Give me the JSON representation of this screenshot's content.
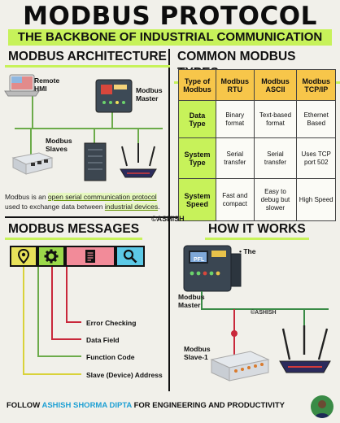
{
  "header": {
    "title": "MODBUS PROTOCOL",
    "subtitle": "THE BACKBONE OF INDUSTRIAL COMMUNICATION"
  },
  "architecture": {
    "heading": "MODBUS ARCHITECTURE",
    "labels": {
      "hmi": "Remote HMI",
      "master": "Modbus Master",
      "slaves": "Modbus Slaves"
    },
    "description": {
      "part1": "Modbus is an ",
      "highlight1": "open serial communication protocol",
      "part2": " used to exchange data between ",
      "highlight2": "industrial devices",
      "part3": "."
    }
  },
  "types": {
    "heading": "COMMON MODBUS TYPES",
    "columns": [
      "Type of Modbus",
      "Modbus RTU",
      "Modbus ASCII",
      "Modbus TCP/IP"
    ],
    "rows": [
      {
        "label": "Data Type",
        "values": [
          "Binary format",
          "Text-based format",
          "Ethernet Based"
        ]
      },
      {
        "label": "System Type",
        "values": [
          "Serial transfer",
          "Serial transfer",
          "Uses TCP port 502"
        ]
      },
      {
        "label": "System Speed",
        "values": [
          "Fast and compact",
          "Easy to debug but slower",
          "High Speed"
        ]
      }
    ]
  },
  "watermark_center": "©ASHISH",
  "messages": {
    "heading": "MODBUS MESSAGES",
    "boxes": [
      {
        "icon": "location-pin-icon",
        "color": "#e8e25a"
      },
      {
        "icon": "gear-icon",
        "color": "#9bd94a"
      },
      {
        "icon": "document-icon",
        "color": "#f28b99"
      },
      {
        "icon": "search-icon",
        "color": "#5cc9e6"
      }
    ],
    "fields": [
      "Error Checking",
      "Data Field",
      "Function Code",
      "Slave (Device) Address"
    ]
  },
  "how": {
    "heading": "HOW IT WORKS",
    "note": "• The",
    "master_label": "Modbus Master",
    "watermark": "©ASHISH",
    "slave_label": "Modbus Slave-1",
    "plc_screen": "PFL"
  },
  "footer": {
    "prefix": "FOLLOW ",
    "name": "ASHISH SHORMA DIPTA",
    "suffix": " FOR ENGINEERING AND PRODUCTIVITY"
  },
  "colors": {
    "accent_green": "#c7f25a",
    "accent_yellow": "#f7c64a",
    "line_red": "#c9283b",
    "line_green": "#6cab4a"
  }
}
